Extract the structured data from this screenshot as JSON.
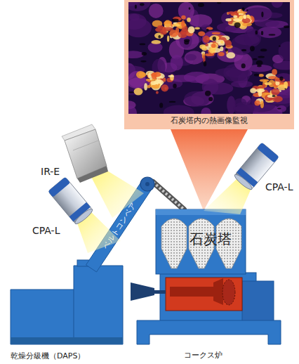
{
  "diagram": {
    "nodes": [
      {
        "text": [
          "石炭塔内の熱画像監視"
        ]
      },
      {
        "text": [
          "ベルトコンベア"
        ]
      },
      {
        "text": [
          "乾燥分級機（DAPS）"
        ]
      },
      {
        "text": [
          "石炭塔"
        ]
      },
      {
        "text": [
          "コークス炉"
        ]
      }
    ],
    "edges": [
      {
        "from": 0,
        "to": 3,
        "arrow": "none"
      },
      {
        "from": 1,
        "to": 3,
        "arrow": "none"
      }
    ],
    "labels": [
      "IR-E",
      "CPA-L",
      "CPA-L"
    ]
  }
}
